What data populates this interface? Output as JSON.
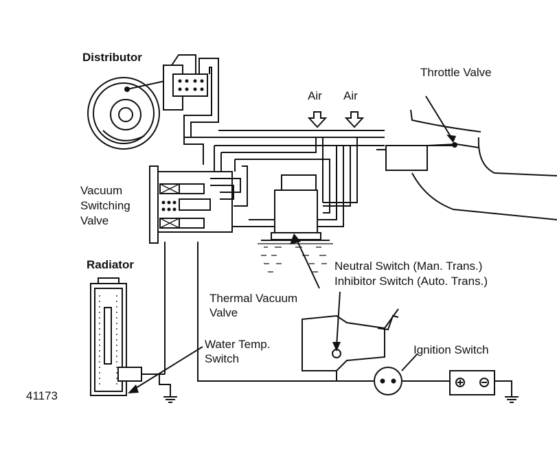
{
  "figure_id": "41173",
  "labels": {
    "distributor": "Distributor",
    "throttle_valve": "Throttle Valve",
    "air_1": "Air",
    "air_2": "Air",
    "vacuum_switching_valve": [
      "Vacuum",
      "Switching",
      "Valve"
    ],
    "radiator": "Radiator",
    "neutral_switch": "Neutral Switch (Man. Trans.)",
    "inhibitor_switch": "Inhibitor Switch (Auto. Trans.)",
    "thermal_vacuum_valve": [
      "Thermal Vacuum",
      "Valve"
    ],
    "water_temp_switch": [
      "Water Temp.",
      "Switch"
    ],
    "ignition_switch": "Ignition Switch"
  }
}
